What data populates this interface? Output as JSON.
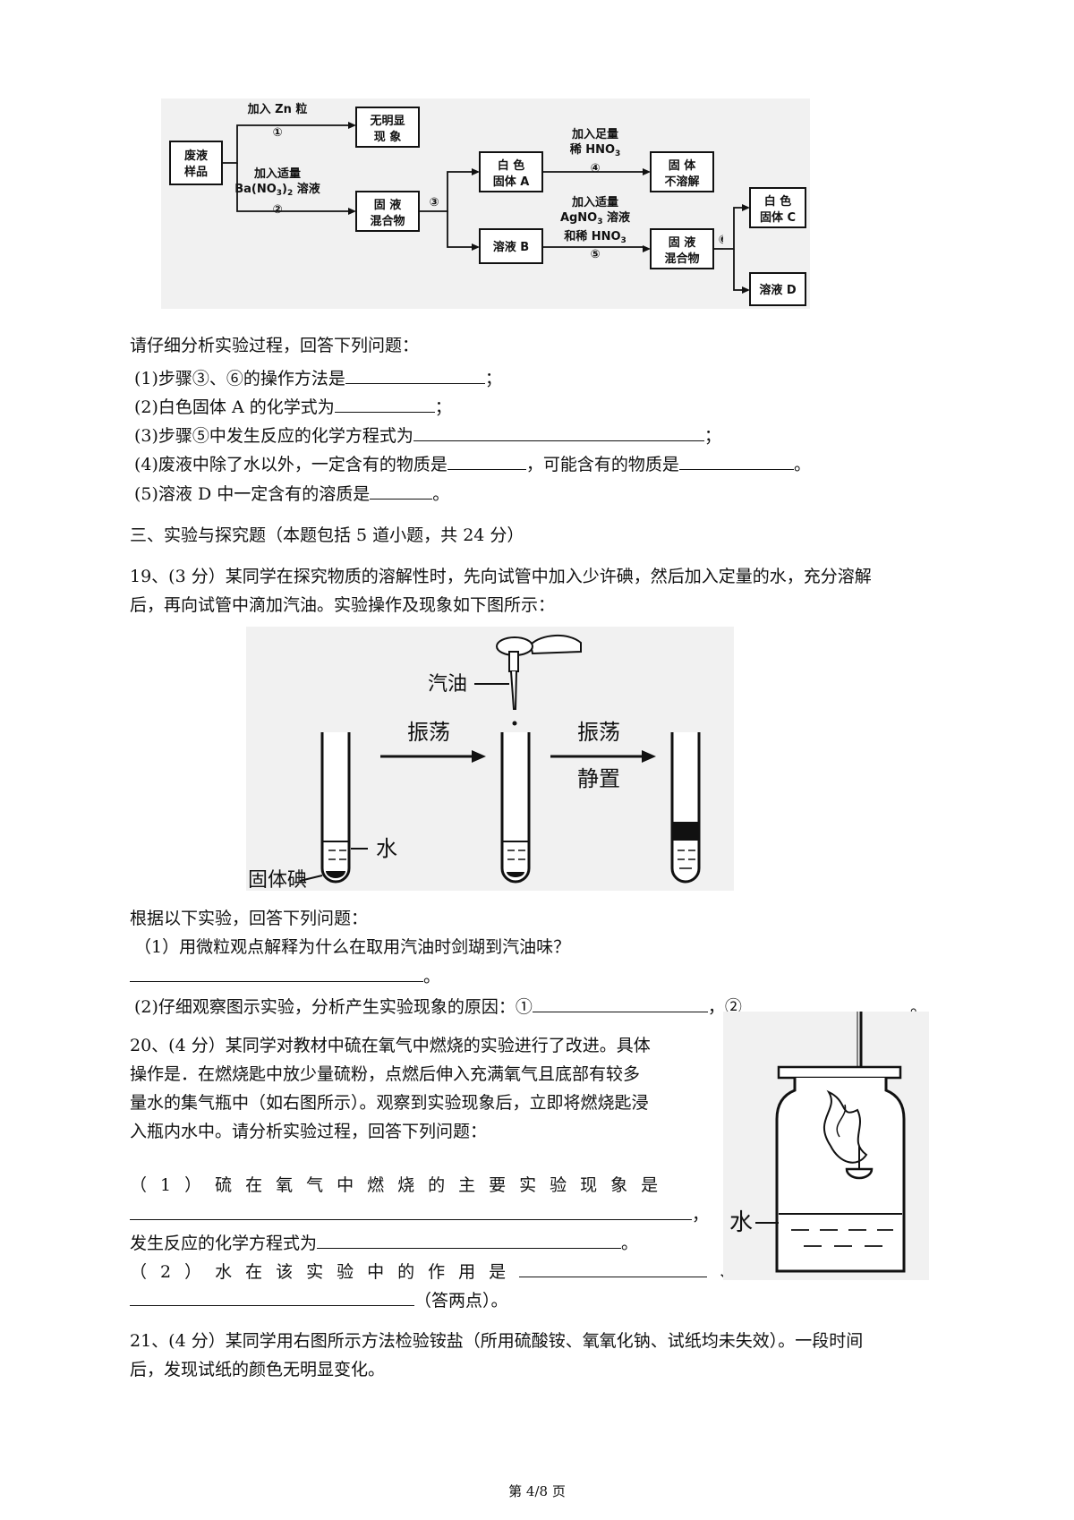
{
  "flowchart": {
    "waste_sample": [
      "废液",
      "样品"
    ],
    "add_zn": "加入 Zn 粒",
    "step1": "①",
    "no_change": [
      "无明显",
      "现 象"
    ],
    "add_bano3": "加入适量",
    "bano3_reagent": "Ba(NO",
    "bano3_sub": "3",
    "bano3_close": ")",
    "bano3_sub2": "2",
    "bano3_suffix": " 溶液",
    "step2": "②",
    "mix1": [
      "固 液",
      "混合物"
    ],
    "step3": "③",
    "white_solid_a": [
      "白 色",
      "固体 A"
    ],
    "add_hno3_line1": "加入足量",
    "add_hno3_line2": "稀 HNO",
    "hno3_sub": "3",
    "step4": "④",
    "solid_insoluble": [
      "固 体",
      "不溶解"
    ],
    "solution_b": "溶液 B",
    "add_agno3_line1": "加入适量",
    "add_agno3_line2": "AgNO",
    "agno3_sub": "3",
    "add_agno3_suffix": " 溶液",
    "add_agno3_line3": "和稀 HNO",
    "hno3_sub2": "3",
    "step5": "⑤",
    "mix2": [
      "固 液",
      "混合物"
    ],
    "step6": "⑥",
    "white_solid_c": [
      "白 色",
      "固体 C"
    ],
    "solution_d": "溶液 D"
  },
  "q18": {
    "intro": "请仔细分析实验过程，回答下列问题：",
    "p1_text": "(1)步骤③、⑥的操作方法是",
    "p1_end": "；",
    "p2_text": "(2)白色固体 A 的化学式为",
    "p2_end": "；",
    "p3_text": "(3)步骤⑤中发生反应的化学方程式为",
    "p3_end": "；",
    "p4_text_a": "(4)废液中除了水以外，一定含有的物质是",
    "p4_text_b": "，可能含有的物质是",
    "p4_end": "。",
    "p5_text": "(5)溶液 D 中一定含有的溶质是",
    "p5_end": "。"
  },
  "section3": {
    "heading": "三、实验与探究题（本题包括 5 道小题，共 24 分）"
  },
  "q19": {
    "line1": "19、(3 分）某同学在探究物质的溶解性时，先向试管中加入少许碘，然后加入定量的水，充分溶解",
    "line2": "后，再向试管中滴加汽油。实验操作及现象如下图所示：",
    "fig_gasoline": "汽油",
    "fig_shake1": "振荡",
    "fig_shake2": "振荡",
    "fig_stand": "静置",
    "fig_water": "水",
    "fig_iodine": "固体碘",
    "after_fig": "根据以下实验，回答下列问题：",
    "p1_text": "（1）用微粒观点解释为什么在取用汽油时剑瑚到汽油味？",
    "p1_end": "。",
    "p2_text": "(2)仔细观察图示实验，分析产生实验现象的原因：①",
    "p2_mid": "，②",
    "p2_end": "。"
  },
  "q20": {
    "line1": "20、(4 分）某同学对教材中硫在氧气中燃烧的实验进行了改进。具体",
    "line2": "操作是．在燃烧匙中放少量硫粉，点燃后伸入充满氧气且底部有较多",
    "line3": "量水的集气瓶中（如右图所示）。观察到实验现象后，立即将燃烧匙浸",
    "line4": "入瓶内水中。请分析实验过程，回答下列问题：",
    "p1_text": "（1）硫在氧气中燃烧的主要实验现象是",
    "p1_end": "，",
    "p1b_text": "发生反应的化学方程式为",
    "p1b_end": "。",
    "p2_text": "（2）水在该实验中的作用是",
    "p2_sep": "、",
    "p2_end": "（答两点）。",
    "fig_water": "水"
  },
  "q21": {
    "line1": "21、(4 分）某同学用右图所示方法检验铵盐（所用硫酸铵、氧氧化钠、试纸均未失效）。一段时间",
    "line2": "后，发现试纸的颜色无明显变化。"
  },
  "footer": {
    "page": "第 4/8 页"
  }
}
